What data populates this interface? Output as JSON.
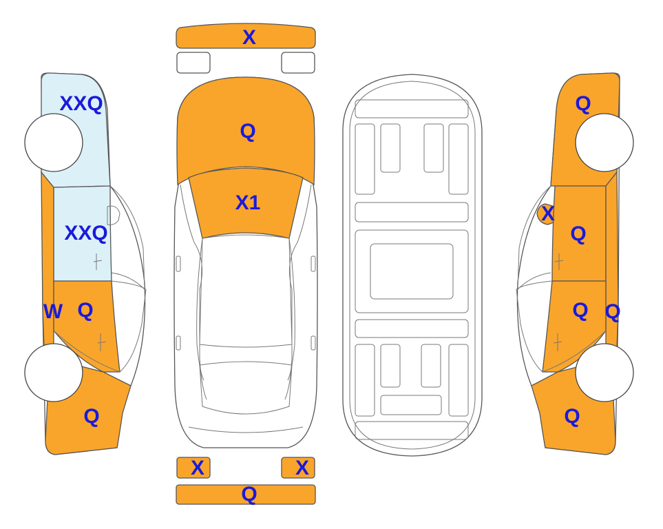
{
  "colors": {
    "damaged": "#f9a52b",
    "highlight": "#dcf0f8",
    "label": "#1a1adb"
  },
  "labels": {
    "front_bumper": "X",
    "hood": "Q",
    "windshield": "X1",
    "rear_light_left": "X",
    "rear_light_right": "X",
    "rear_bumper": "Q",
    "left_front_fender": "XXQ",
    "left_front_door": "XXQ",
    "left_rocker": "W",
    "left_rear_door": "Q",
    "left_rear_quarter": "Q",
    "right_front_fender": "Q",
    "right_mirror": "X",
    "right_front_door": "Q",
    "right_rear_door": "Q",
    "right_rocker": "Q",
    "right_rear_quarter": "Q"
  }
}
